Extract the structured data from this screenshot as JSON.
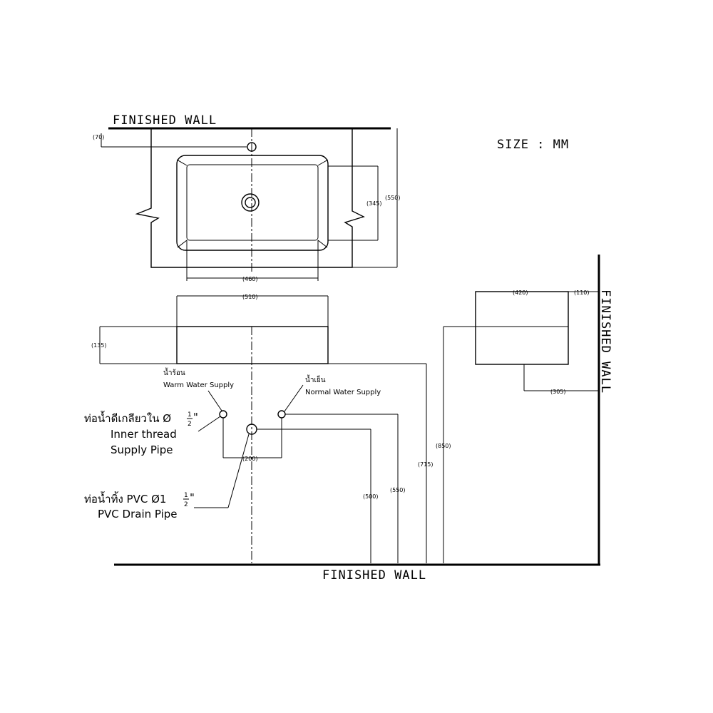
{
  "size_label": "SIZE : MM",
  "walls": {
    "top": "FINISHED WALL",
    "bottom": "FINISHED WALL",
    "right": "FINISHED WALL"
  },
  "dimensions": {
    "d70": "(70)",
    "d345": "(345)",
    "d550_plan": "(550)",
    "d460": "(460)",
    "d510": "(510)",
    "d135": "(135)",
    "d420": "(420)",
    "d110": "(110)",
    "d305": "(305)",
    "d200": "(200)",
    "d500": "(500)",
    "d550_height": "(550)",
    "d715": "(715)",
    "d850": "(850)"
  },
  "labels": {
    "warm_thai": "น้ำร้อน",
    "warm_en": "Warm Water Supply",
    "normal_thai": "น้ำเย็น",
    "normal_en": "Normal Water Supply",
    "supply_thai": "ท่อน้ำดีเกลียวใน Ø",
    "supply_frac_num": "1",
    "supply_frac_den": "2",
    "supply_inch": "\"",
    "supply_en1": "Inner thread",
    "supply_en2": "Supply Pipe",
    "drain_thai": "ท่อน้ำทิ้ง PVC Ø1",
    "drain_frac_num": "1",
    "drain_frac_den": "2",
    "drain_inch": "\"",
    "drain_en": "PVC Drain Pipe"
  }
}
